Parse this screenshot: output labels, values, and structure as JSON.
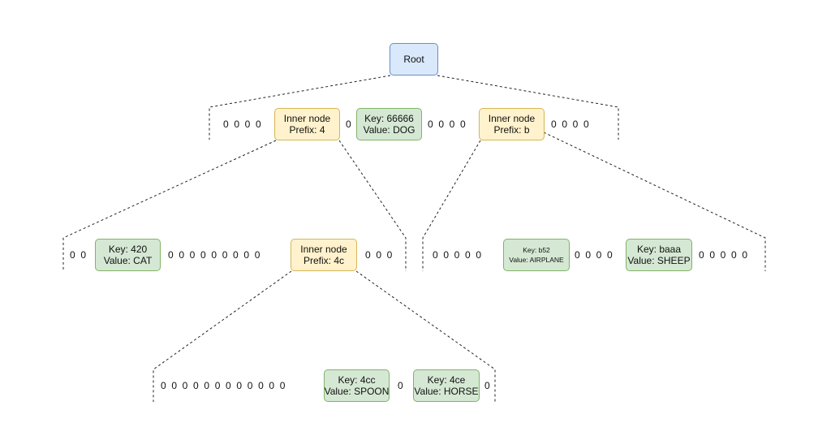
{
  "root": {
    "label": "Root"
  },
  "level1": {
    "zeros_a": "0  0  0  0",
    "zeros_b": "0",
    "zeros_c": "0  0  0  0",
    "zeros_d": "0  0  0  0",
    "inner_4": {
      "line1": "Inner node",
      "line2": "Prefix: 4"
    },
    "leaf_66666": {
      "line1": "Key: 66666",
      "line2": "Value: DOG"
    },
    "inner_b": {
      "line1": "Inner node",
      "line2": "Prefix: b"
    }
  },
  "level2_left": {
    "zeros_a": "0  0",
    "leaf_420": {
      "line1": "Key: 420",
      "line2": "Value: CAT"
    },
    "zeros_b": "0  0  0  0  0  0  0  0  0",
    "inner_4c": {
      "line1": "Inner node",
      "line2": "Prefix: 4c"
    },
    "zeros_c": "0  0  0"
  },
  "level2_right": {
    "zeros_a": "0  0  0  0  0",
    "leaf_b52": {
      "line1": "Key: b52",
      "line2": "Value: AIRPLANE"
    },
    "zeros_b": "0  0  0  0",
    "leaf_baaa": {
      "line1": "Key: baaa",
      "line2": "Value: SHEEP"
    },
    "zeros_c": "0  0  0  0  0"
  },
  "level3": {
    "zeros_a": "0  0  0  0  0  0  0  0  0  0  0  0",
    "leaf_4cc": {
      "line1": "Key: 4cc",
      "line2": "Value: SPOON"
    },
    "zeros_b": "0",
    "leaf_4ce": {
      "line1": "Key: 4ce",
      "line2": "Value: HORSE"
    },
    "zeros_c": "0"
  }
}
